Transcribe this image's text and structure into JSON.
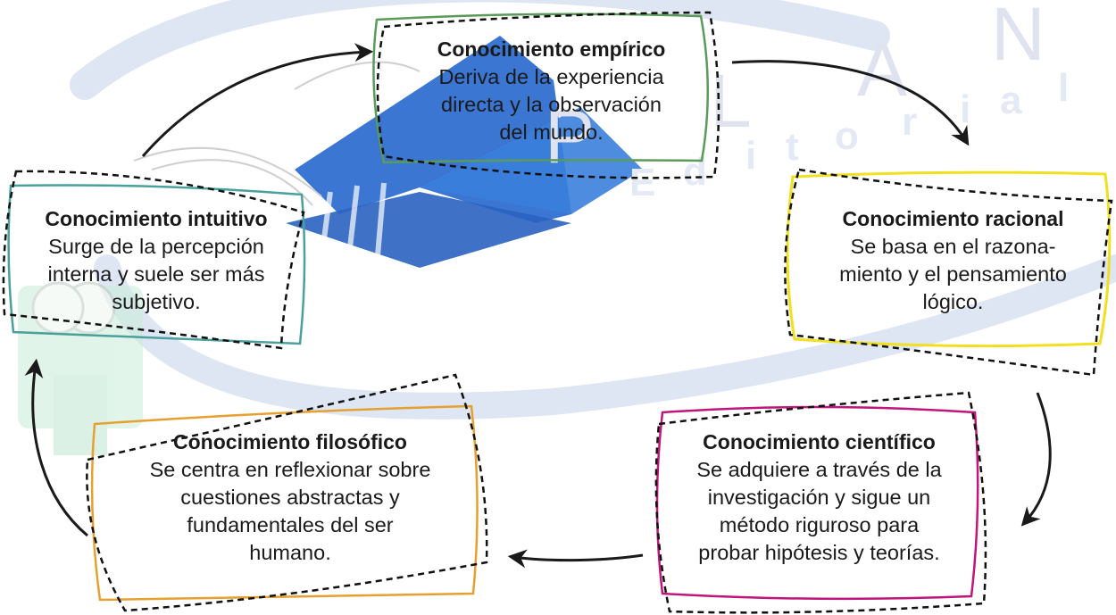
{
  "watermark": {
    "title_letters": [
      "P",
      "L",
      "A",
      "N",
      "E",
      "A"
    ],
    "subtitle_letters": [
      "E",
      "d",
      "i",
      "t",
      "o",
      "r",
      "i",
      "a",
      "l"
    ]
  },
  "colors": {
    "empirico": "#5a9a5a",
    "racional": "#f0e020",
    "cientifico": "#c0157a",
    "filosofico": "#e6a030",
    "intuitivo": "#4aa09a",
    "dashed": "#111111",
    "watermark_blue": "#2f6fd0",
    "watermark_light": "#dfe6f3"
  },
  "boxes": {
    "empirico": {
      "title": "Conocimiento empírico",
      "lines": [
        "Deriva de la experiencia",
        "directa y la observación",
        "del mundo."
      ]
    },
    "racional": {
      "title": "Conocimiento racional",
      "lines": [
        "Se basa en el razona-",
        "miento y el pensamiento",
        "lógico."
      ]
    },
    "cientifico": {
      "title": "Conocimiento científico",
      "lines": [
        "Se adquiere a través de la",
        "investigación y sigue un",
        "método riguroso para",
        "probar hipótesis y teorías."
      ]
    },
    "filosofico": {
      "title": "Conocimiento filosófico",
      "lines": [
        "Se centra en reflexionar sobre",
        "cuestiones abstractas y",
        "fundamentales del ser",
        "humano."
      ]
    },
    "intuitivo": {
      "title": "Conocimiento intuitivo",
      "lines": [
        "Surge de la percepción",
        "interna y suele ser más",
        "subjetivo."
      ]
    }
  }
}
